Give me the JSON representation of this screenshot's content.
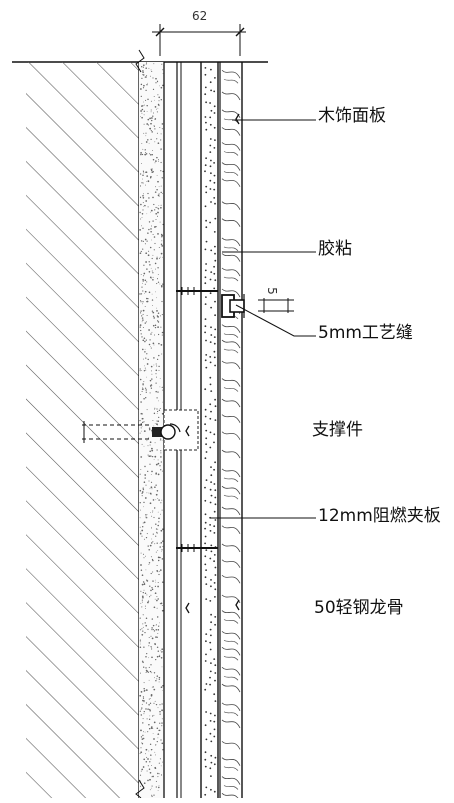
{
  "drawing": {
    "dimension_top": "62",
    "dimension_gap": "5",
    "labels": {
      "wood_panel": "木饰面板",
      "glue": "胶粘",
      "process_joint": "5mm工艺缝",
      "support": "支撑件",
      "fire_board": "12mm阻燃夹板",
      "steel_keel": "50轻钢龙骨"
    }
  },
  "colors": {
    "line": "#111111",
    "hatch": "#555555",
    "speckle": "#666666",
    "background": "#ffffff"
  }
}
